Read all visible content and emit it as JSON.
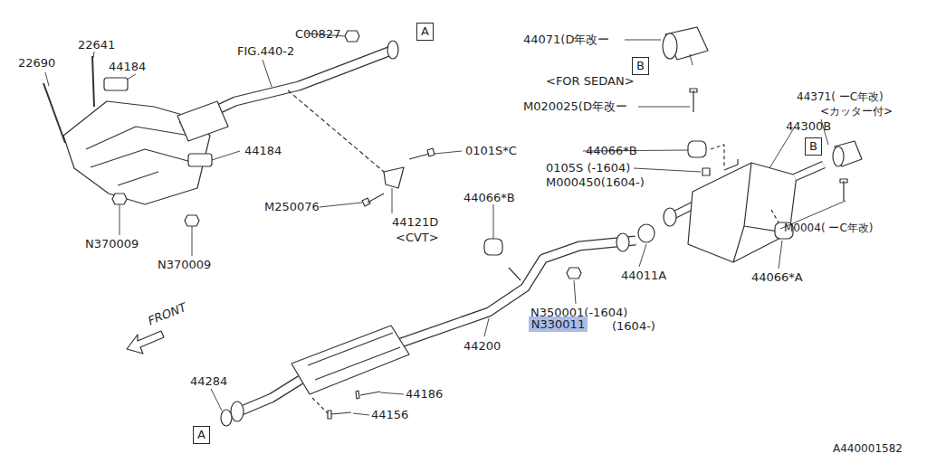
{
  "diagram": {
    "nodes": [
      {
        "text": [
          "A"
        ]
      },
      {
        "text": [
          "B"
        ]
      },
      {
        "text": [
          "B"
        ]
      },
      {
        "text": [
          "A"
        ]
      },
      {
        "text": [
          "N330011"
        ]
      }
    ],
    "labels": [
      "C00827",
      "22641",
      "22690",
      "44184",
      "FIG.440-2",
      "44184",
      "N370009",
      "N370009",
      "0101S*C",
      "M250076",
      "44121D",
      "<CVT>",
      "44071(D年改ー",
      "<FOR SEDAN>",
      "M020025(D年改ー",
      "44371( ーC年改)",
      "<カッター付>",
      "44300B",
      "44066*B",
      "0105S (-1604)",
      "M000450(1604-)",
      "44066*B",
      "44011A",
      "44066*A",
      "M0004( ーC年改)",
      "N350001(-1604)",
      "(1604-)",
      "44200",
      "FRONT",
      "44284",
      "44186",
      "44156",
      "A440001582"
    ]
  }
}
